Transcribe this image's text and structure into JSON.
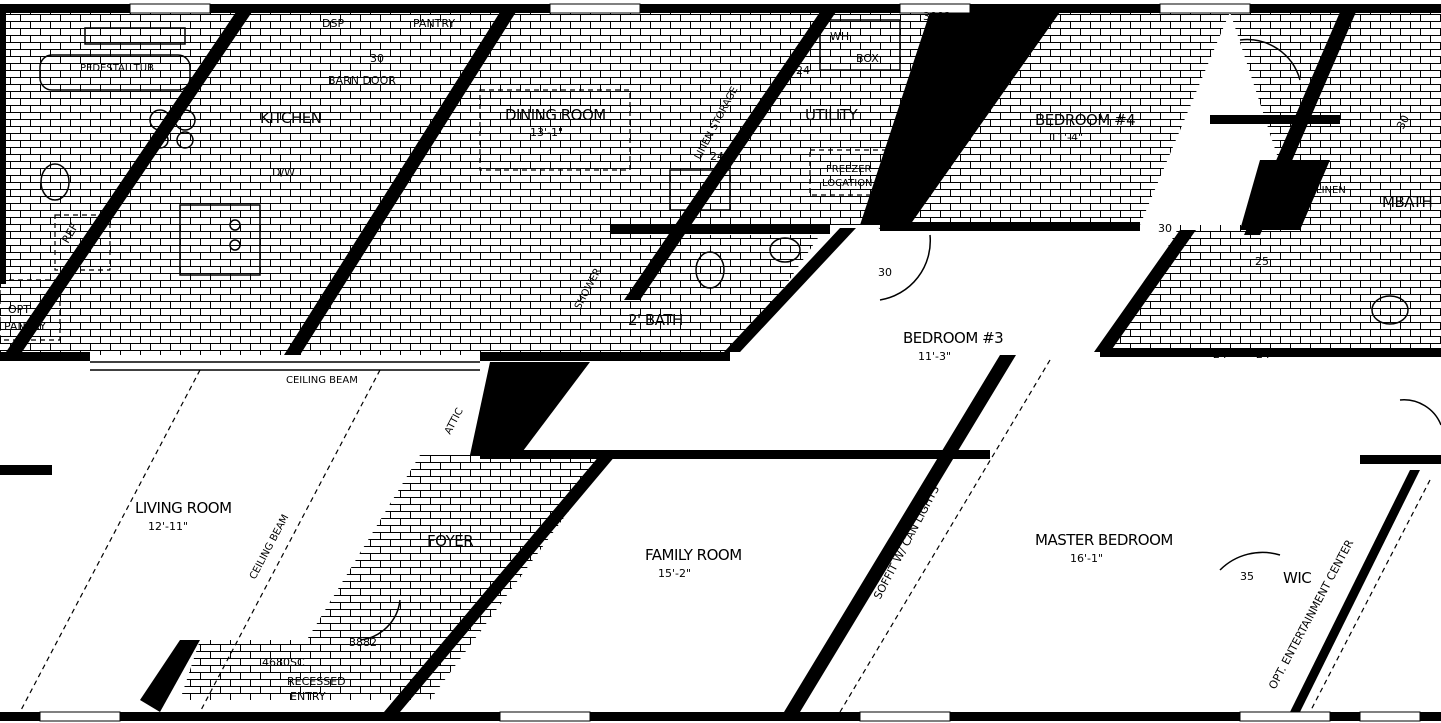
{
  "rooms": {
    "kitchen": "KITCHEN",
    "dining": "DINING ROOM",
    "dining_dim": "13'-1\"",
    "utility": "UTILITY",
    "bedroom4": "BEDROOM #4",
    "bedroom4_dim": "11'-4\"",
    "bedroom3": "BEDROOM #3",
    "bedroom3_dim": "11'-3\"",
    "living": "LIVING ROOM",
    "living_dim": "12'-11\"",
    "foyer": "FOYER",
    "family": "FAMILY ROOM",
    "family_dim": "15'-2\"",
    "master": "MASTER BEDROOM",
    "master_dim": "16'-1\"",
    "wic": "WIC",
    "mbath": "MBATH",
    "bath": "2' BATH"
  },
  "labels": {
    "pedestal_tub": "PEDESTAL TUB",
    "dsp": "DSP",
    "pantry_top": "PANTRY",
    "barn_door": "BARN DOOR",
    "dw": "D/W",
    "ref": "REF",
    "opt_pantry_1": "OPT",
    "opt_pantry_2": "PANTRY",
    "wh": "WH",
    "elec_box": "BOX",
    "freezer_1": "FREEZER",
    "freezer_2": "LOCATION",
    "linen": "LINEN",
    "shower": "SHOWER",
    "ceiling_beam": "CEILING BEAM",
    "ceiling_beam_diag": "CEILING BEAM",
    "recessed_1": "RECESSED",
    "recessed_2": "ENTRY",
    "soffit": "SOFFIT W/ CAN LIGHTS",
    "entertainment": "OPT. ENTERTAINMENT CENTER",
    "attic": "ATTIC",
    "stairs": "LINEN STORAGE"
  },
  "dims": {
    "d3882_top": "3882",
    "d3882_bottom": "3882",
    "d4680": "4680SC",
    "d30_a": "30",
    "d30_b": "30",
    "d30_c": "30",
    "d30_d": "30",
    "d30_e": "30",
    "d35": "35",
    "d24_a": "24",
    "d24_b": "24",
    "d24_c": "24",
    "d24_d": "24",
    "d25": "25"
  }
}
